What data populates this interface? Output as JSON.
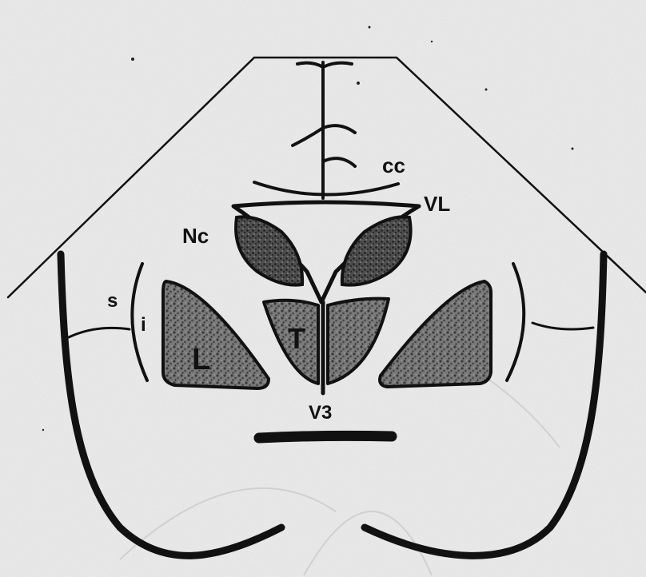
{
  "diagram": {
    "labels": {
      "cc": "cc",
      "vl": "VL",
      "nc": "Nc",
      "s": "s",
      "i": "i",
      "l": "L",
      "t": "T",
      "v3": "V3"
    },
    "colors": {
      "paper": "#ebebeb",
      "ink": "#111111",
      "shading": "#6f6f6f"
    }
  }
}
